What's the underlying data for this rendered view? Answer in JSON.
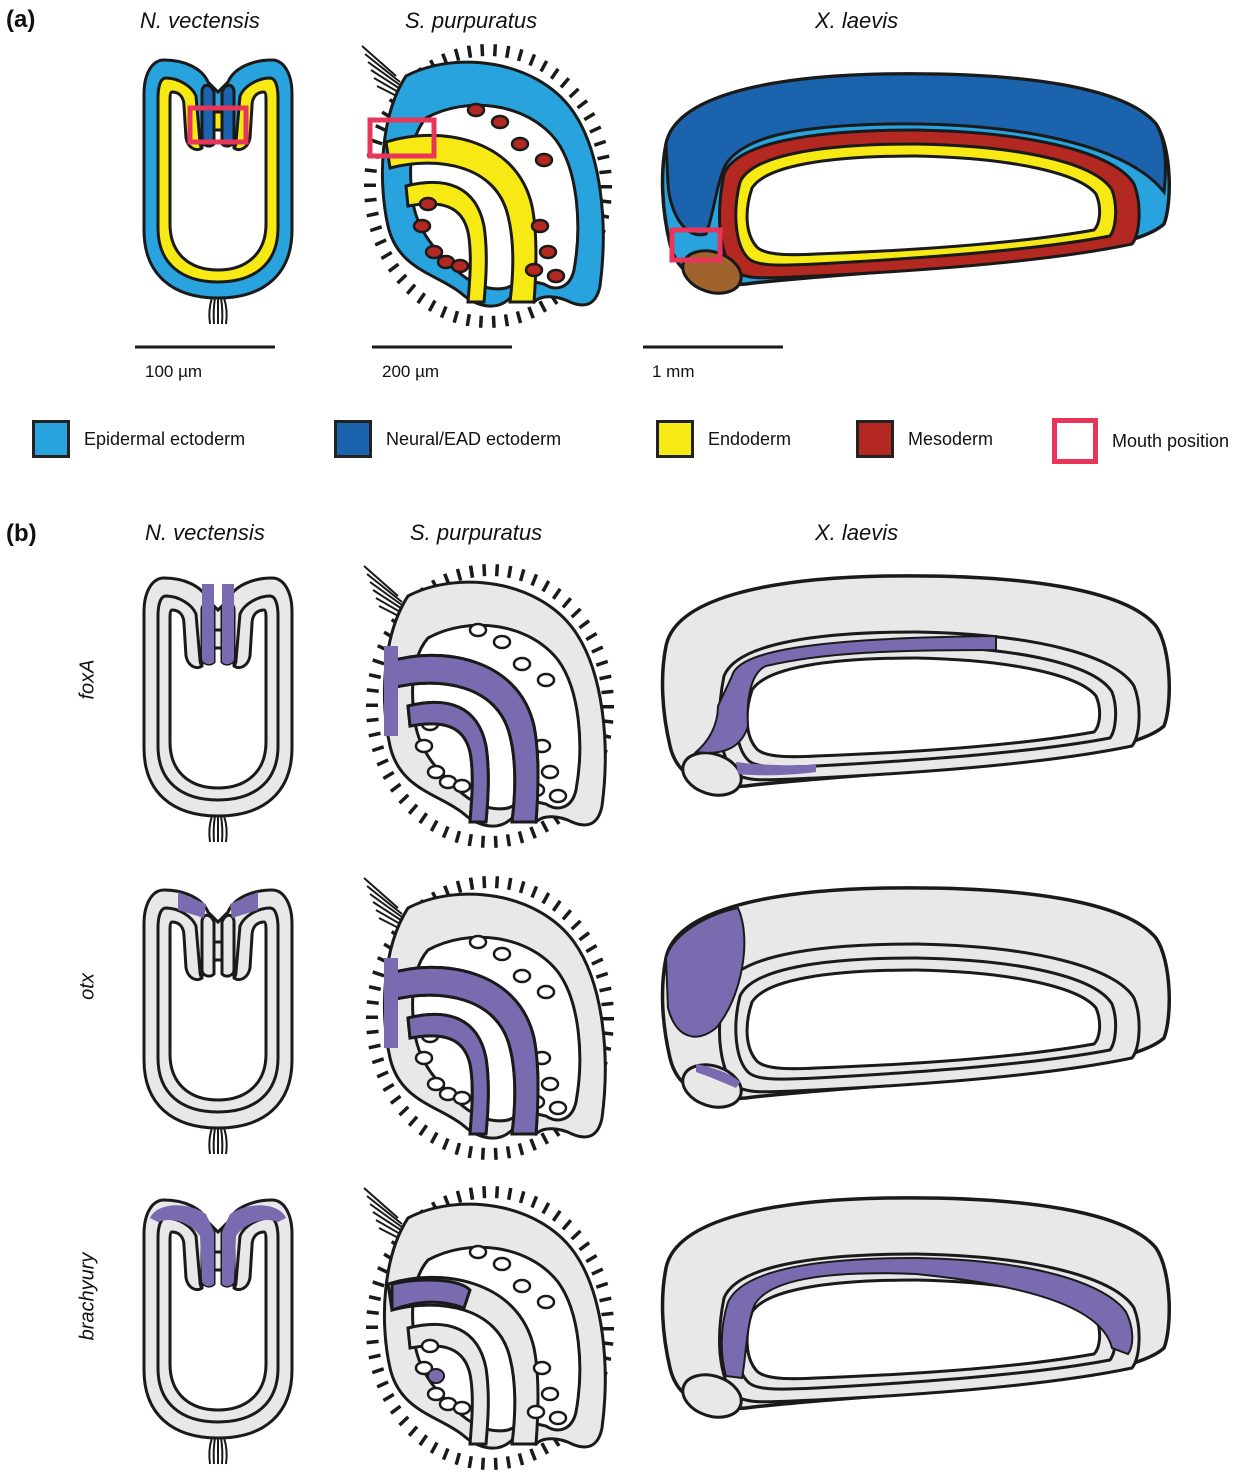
{
  "panels": {
    "a": {
      "label": "(a)",
      "species": [
        "N. vectensis",
        "S. purpuratus",
        "X. laevis"
      ],
      "scalebars": [
        "100 µm",
        "200 µm",
        "1 mm"
      ]
    },
    "b": {
      "label": "(b)",
      "species": [
        "N. vectensis",
        "S. purpuratus",
        "X. laevis"
      ],
      "genes": [
        "foxA",
        "otx",
        "brachyury"
      ]
    }
  },
  "legend": [
    {
      "label": "Epidermal ectoderm",
      "color": "#29a3dd"
    },
    {
      "label": "Neural/EAD ectoderm",
      "color": "#1c63ae"
    },
    {
      "label": "Endoderm",
      "color": "#f7ea14"
    },
    {
      "label": "Mesoderm",
      "color": "#b32821"
    },
    {
      "label": "Mouth position",
      "color": "#e8365a"
    }
  ],
  "colors": {
    "expression": "#7a6bb0",
    "tissue_gray": "#e8e8e8",
    "yolk_brown": "#a0632e",
    "outline": "#1a1a1a"
  }
}
